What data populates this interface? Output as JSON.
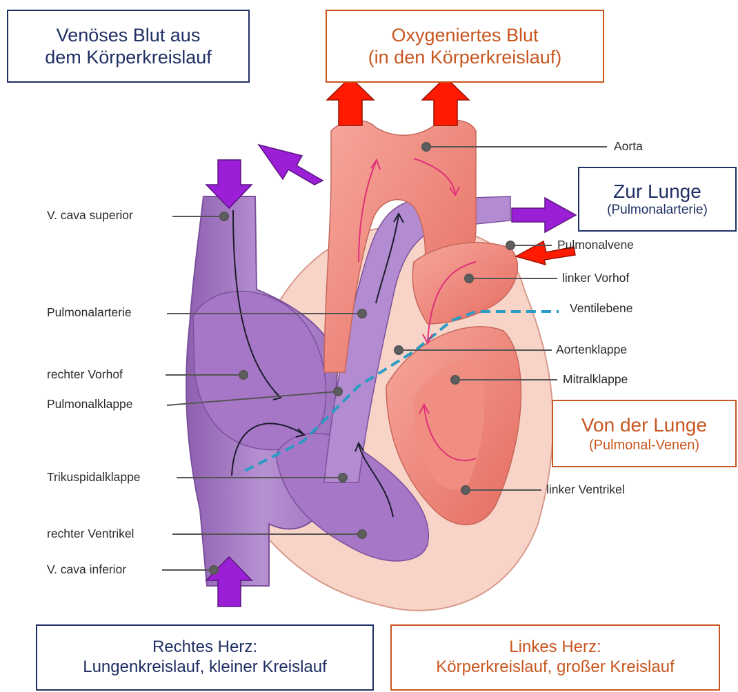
{
  "boxes": {
    "venous": {
      "line1": "Venöses Blut aus",
      "line2": "dem Körperkreislauf"
    },
    "oxygenated": {
      "line1": "Oxygeniertes Blut",
      "line2": "(in den Körperkreislauf)"
    },
    "to_lung": {
      "line1": "Zur Lunge",
      "line2": "(Pulmonalarterie)"
    },
    "from_lung": {
      "line1": "Von der Lunge",
      "line2": "(Pulmonal-Venen)"
    },
    "right_heart": {
      "line1": "Rechtes Herz:",
      "line2": "Lungenkreislauf, kleiner Kreislauf"
    },
    "left_heart": {
      "line1": "Linkes Herz:",
      "line2": "Körperkreislauf, großer Kreislauf"
    }
  },
  "labels_left": {
    "v_cava_superior": "V. cava superior",
    "pulmonalarterie": "Pulmonalarterie",
    "rechter_vorhof": "rechter Vorhof",
    "pulmonalklappe": "Pulmonalklappe",
    "trikuspidalklappe": "Trikuspidalklappe",
    "rechter_ventrikel": "rechter Ventrikel",
    "v_cava_inferior": "V. cava inferior"
  },
  "labels_right": {
    "aorta": "Aorta",
    "pulmonalvene": "Pulmonalvene",
    "linker_vorhof": "linker Vorhof",
    "ventilebene": "Ventilebene",
    "aortenklappe": "Aortenklappe",
    "mitralklappe": "Mitralklappe",
    "linker_ventrikel": "linker Ventrikel"
  },
  "colors": {
    "blue_box": "#1f2f63",
    "orange_box": "#c8561f",
    "venous_purple": "#a879c4",
    "arterial_red": "#ef8a7e",
    "arrow_purple": "#9b1fd6",
    "arrow_red": "#ff1a00",
    "ventilebene_line": "#2a9bc4"
  }
}
